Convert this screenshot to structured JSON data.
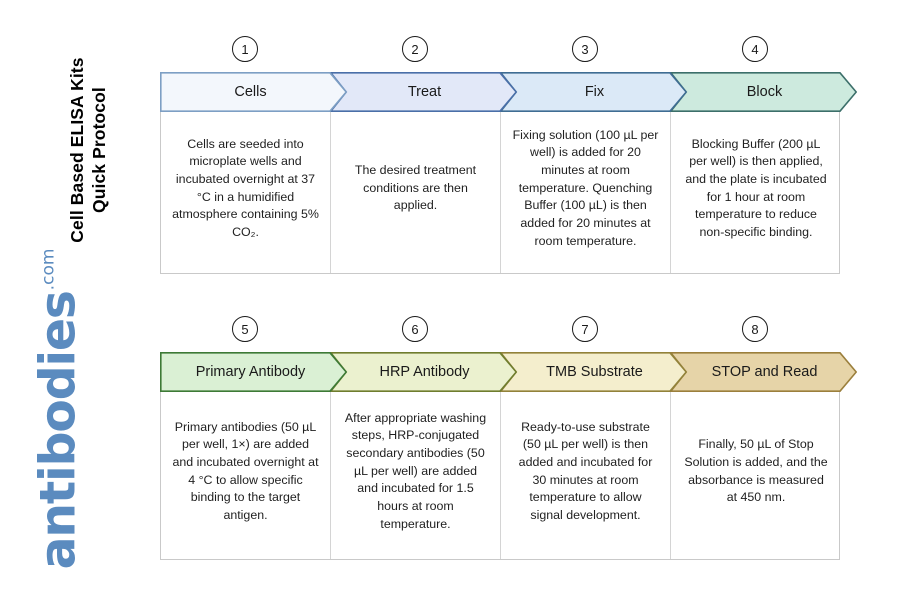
{
  "document": {
    "title_line1": "Cell Based ELISA Kits",
    "title_line2": "Quick Protocol",
    "logo_word": "antibodies",
    "logo_tld": ".com"
  },
  "rows": [
    {
      "id": "row-1",
      "steps": [
        {
          "number": "1",
          "label": "Cells",
          "fill": "#f3f7fc",
          "stroke": "#7d9fc4",
          "body": "Cells are seeded into microplate wells and incubated overnight at 37 °C in a humidified atmosphere containing 5% CO₂."
        },
        {
          "number": "2",
          "label": "Treat",
          "fill": "#e2e8f8",
          "stroke": "#4a6fa8",
          "body": "The desired treatment conditions are then applied."
        },
        {
          "number": "3",
          "label": "Fix",
          "fill": "#dbe9f7",
          "stroke": "#3f6d93",
          "body": "Fixing solution (100 µL per well) is added for 20 minutes at room temperature. Quenching Buffer (100 µL) is then added for 20 minutes at room temperature."
        },
        {
          "number": "4",
          "label": "Block",
          "fill": "#cdeade",
          "stroke": "#3c6f6a",
          "body": "Blocking Buffer (200 µL per well) is then applied, and the plate is incubated for 1 hour at room temperature to reduce non-specific binding."
        }
      ]
    },
    {
      "id": "row-2",
      "steps": [
        {
          "number": "5",
          "label": "Primary Antibody",
          "fill": "#daf0d4",
          "stroke": "#3d7a36",
          "body": "Primary antibodies (50 µL per well, 1×) are added and incubated overnight at 4 °C to allow specific binding to the target antigen."
        },
        {
          "number": "6",
          "label": "HRP Antibody",
          "fill": "#ebf1cf",
          "stroke": "#6f7d2e",
          "body": "After appropriate washing steps, HRP-conjugated secondary antibodies (50 µL per well) are added and incubated for 1.5 hours at room temperature."
        },
        {
          "number": "7",
          "label": "TMB Substrate",
          "fill": "#f4eecd",
          "stroke": "#92823a",
          "body": "Ready-to-use substrate (50 µL per well) is then added and incubated for 30 minutes at room temperature to allow signal development."
        },
        {
          "number": "8",
          "label": "STOP and Read",
          "fill": "#e6d4a8",
          "stroke": "#9b7f3c",
          "body": "Finally, 50 µL of Stop Solution is added, and the absorbance is measured at 450 nm."
        }
      ]
    }
  ]
}
